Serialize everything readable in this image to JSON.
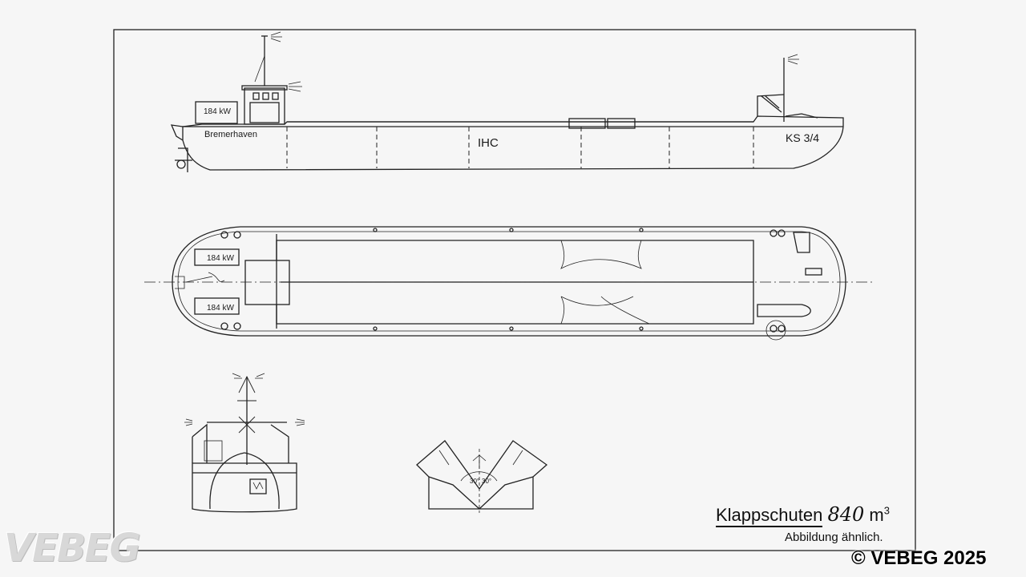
{
  "side_view": {
    "engine_label": "184 kW",
    "home_port": "Bremerhaven",
    "yard_mark": "IHC",
    "hull_number": "KS 3/4"
  },
  "plan_view": {
    "engine_label_top": "184 kW",
    "engine_label_bottom": "184 kW"
  },
  "section_view": {
    "angle_left": "30°",
    "angle_right": "30°"
  },
  "title": {
    "main": "Klappschuten",
    "capacity_number": "840",
    "capacity_unit": "m",
    "capacity_exp": "3"
  },
  "subtitle": "Abbildung ähnlich.",
  "watermark": {
    "logo": "VEBEG",
    "copyright": "© VEBEG 2025"
  }
}
